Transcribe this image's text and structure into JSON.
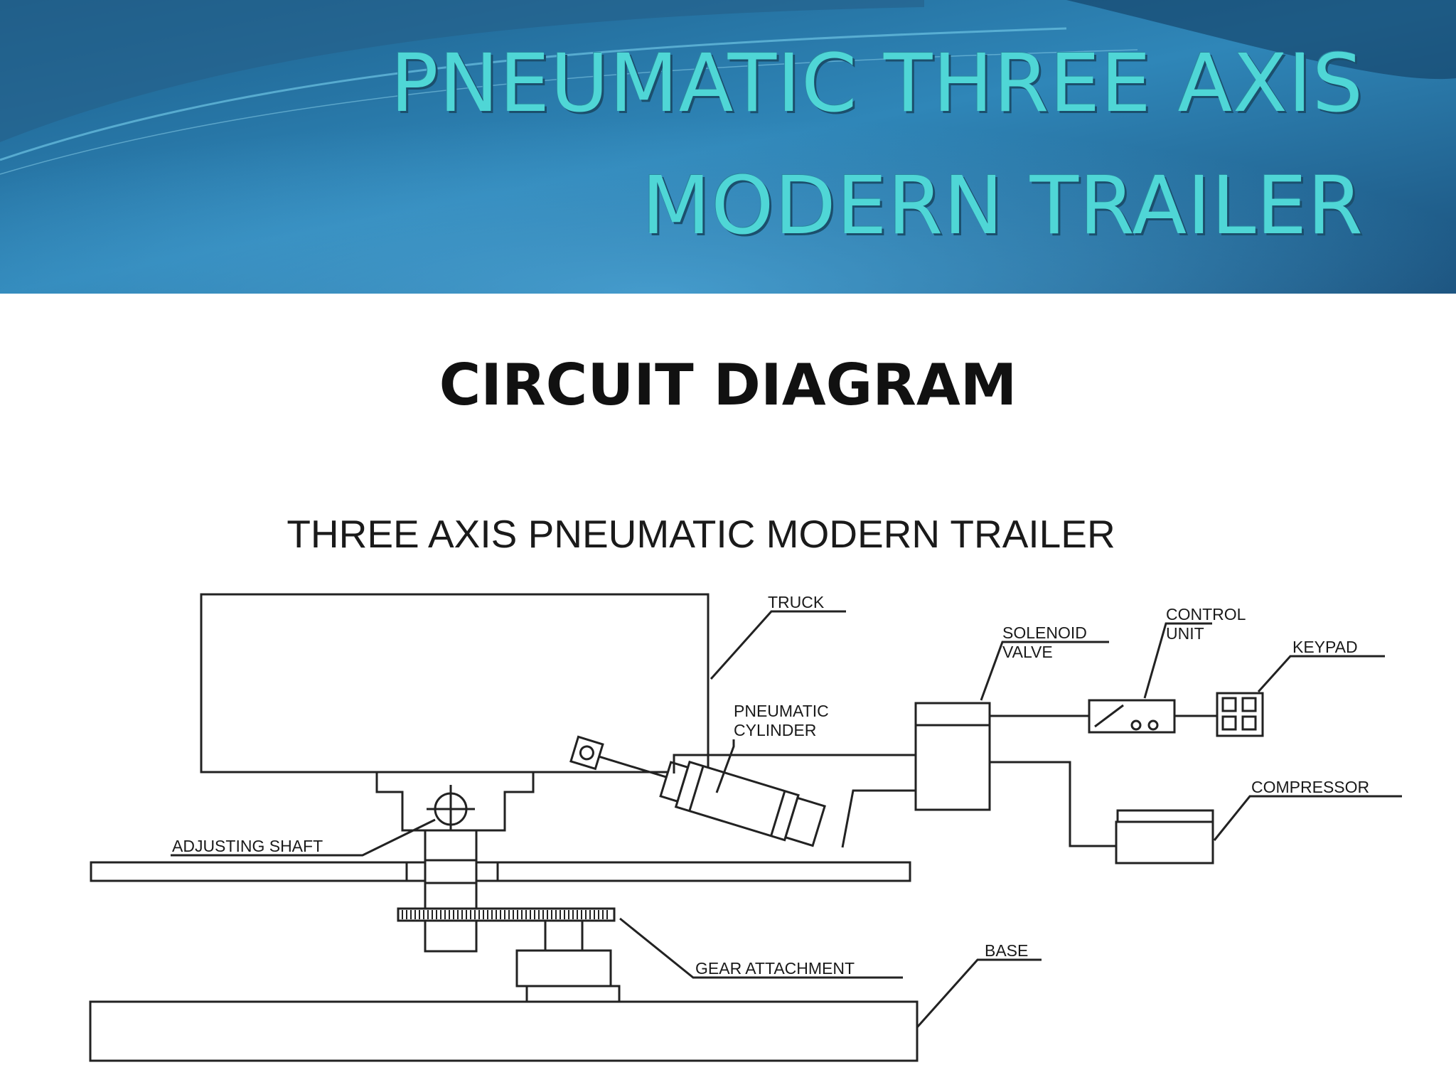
{
  "header": {
    "title_line_1": "PNEUMATIC THREE AXIS",
    "title_line_2": "MODERN TRAILER",
    "colors": {
      "background_dark": "#1a5f8a",
      "background_light": "#3690c2",
      "title": "#4fd6d6"
    }
  },
  "slide": {
    "subtitle": "CIRCUIT DIAGRAM"
  },
  "diagram": {
    "title": "THREE AXIS PNEUMATIC MODERN TRAILER",
    "labels": {
      "truck": "TRUCK",
      "solenoid_valve_1": "SOLENOID",
      "solenoid_valve_2": "VALVE",
      "control_unit_1": "CONTROL",
      "control_unit_2": "UNIT",
      "keypad": "KEYPAD",
      "pneumatic_cylinder_1": "PNEUMATIC",
      "pneumatic_cylinder_2": "CYLINDER",
      "compressor": "COMPRESSOR",
      "adjusting_shaft": "ADJUSTING SHAFT",
      "gear_attachment": "GEAR ATTACHMENT",
      "base": "BASE"
    }
  }
}
